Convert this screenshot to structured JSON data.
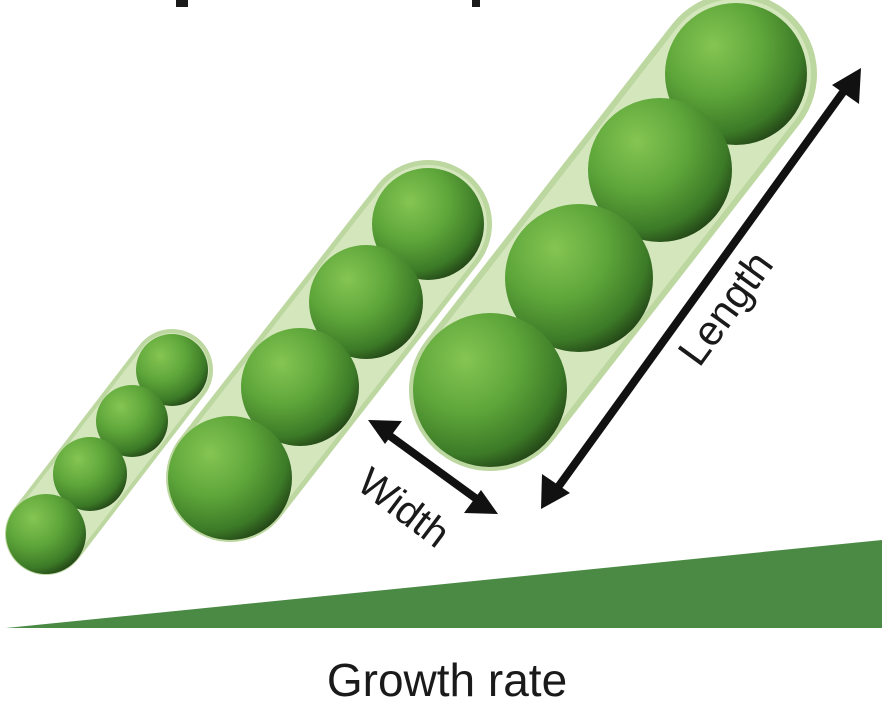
{
  "labels": {
    "width": "Width",
    "length": "Length",
    "growth_rate": "Growth rate"
  },
  "colors": {
    "sphere_light": "#7fbf4f",
    "sphere_mid": "#4f9a33",
    "sphere_dark": "#1f3d14",
    "tube_fill": "#cfe3b5",
    "tube_stroke": "#b8d49a",
    "wedge": "#4a8a45",
    "arrow": "#111111",
    "text": "#1a1a1a"
  },
  "cells": [
    {
      "name": "cell-small",
      "sphere_count": 4
    },
    {
      "name": "cell-medium",
      "sphere_count": 4
    },
    {
      "name": "cell-large",
      "sphere_count": 4
    }
  ]
}
